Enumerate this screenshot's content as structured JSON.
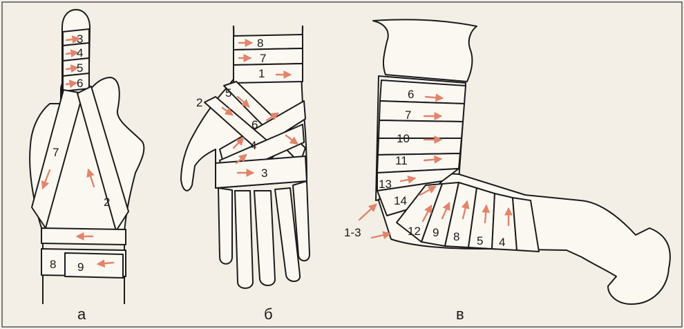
{
  "colors": {
    "arrow": "#e2836b",
    "line": "#1a1a1a",
    "paper": "#f3efe6",
    "bandage": "#fbf8f1"
  },
  "panels": {
    "a": {
      "caption": "а",
      "labels": [
        "3",
        "4",
        "5",
        "6",
        "7",
        "2",
        "8",
        "9"
      ]
    },
    "b": {
      "caption": "б",
      "labels": [
        "8",
        "7",
        "1",
        "2",
        "5",
        "6",
        "4",
        "3"
      ]
    },
    "c": {
      "caption": "в",
      "labels": [
        "6",
        "7",
        "10",
        "11",
        "13",
        "14",
        "1-3",
        "12",
        "9",
        "8",
        "5",
        "4"
      ]
    }
  }
}
